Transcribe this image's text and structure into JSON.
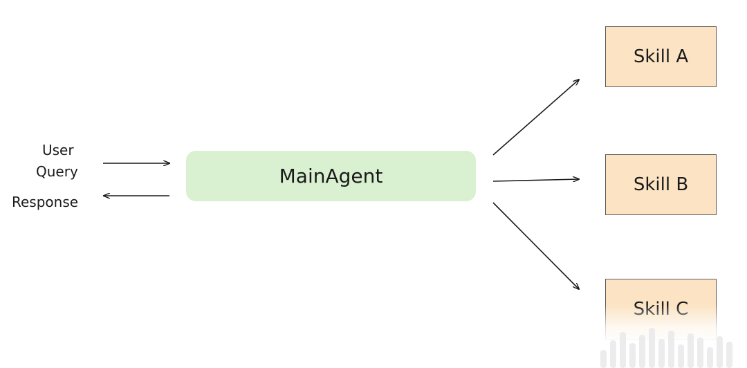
{
  "diagram": {
    "inputs": {
      "user_line1": "User",
      "user_line2": "Query",
      "response": "Response"
    },
    "main_agent": {
      "label": "MainAgent",
      "fill": "#d9f1d0"
    },
    "skills": [
      {
        "label": "Skill A"
      },
      {
        "label": "Skill B"
      },
      {
        "label": "Skill C"
      }
    ],
    "skill_fill": "#fbe3c3",
    "edges": [
      {
        "from": "User Query",
        "to": "MainAgent"
      },
      {
        "from": "MainAgent",
        "to": "Response"
      },
      {
        "from": "MainAgent",
        "to": "Skill A"
      },
      {
        "from": "MainAgent",
        "to": "Skill B"
      },
      {
        "from": "MainAgent",
        "to": "Skill C"
      }
    ]
  }
}
